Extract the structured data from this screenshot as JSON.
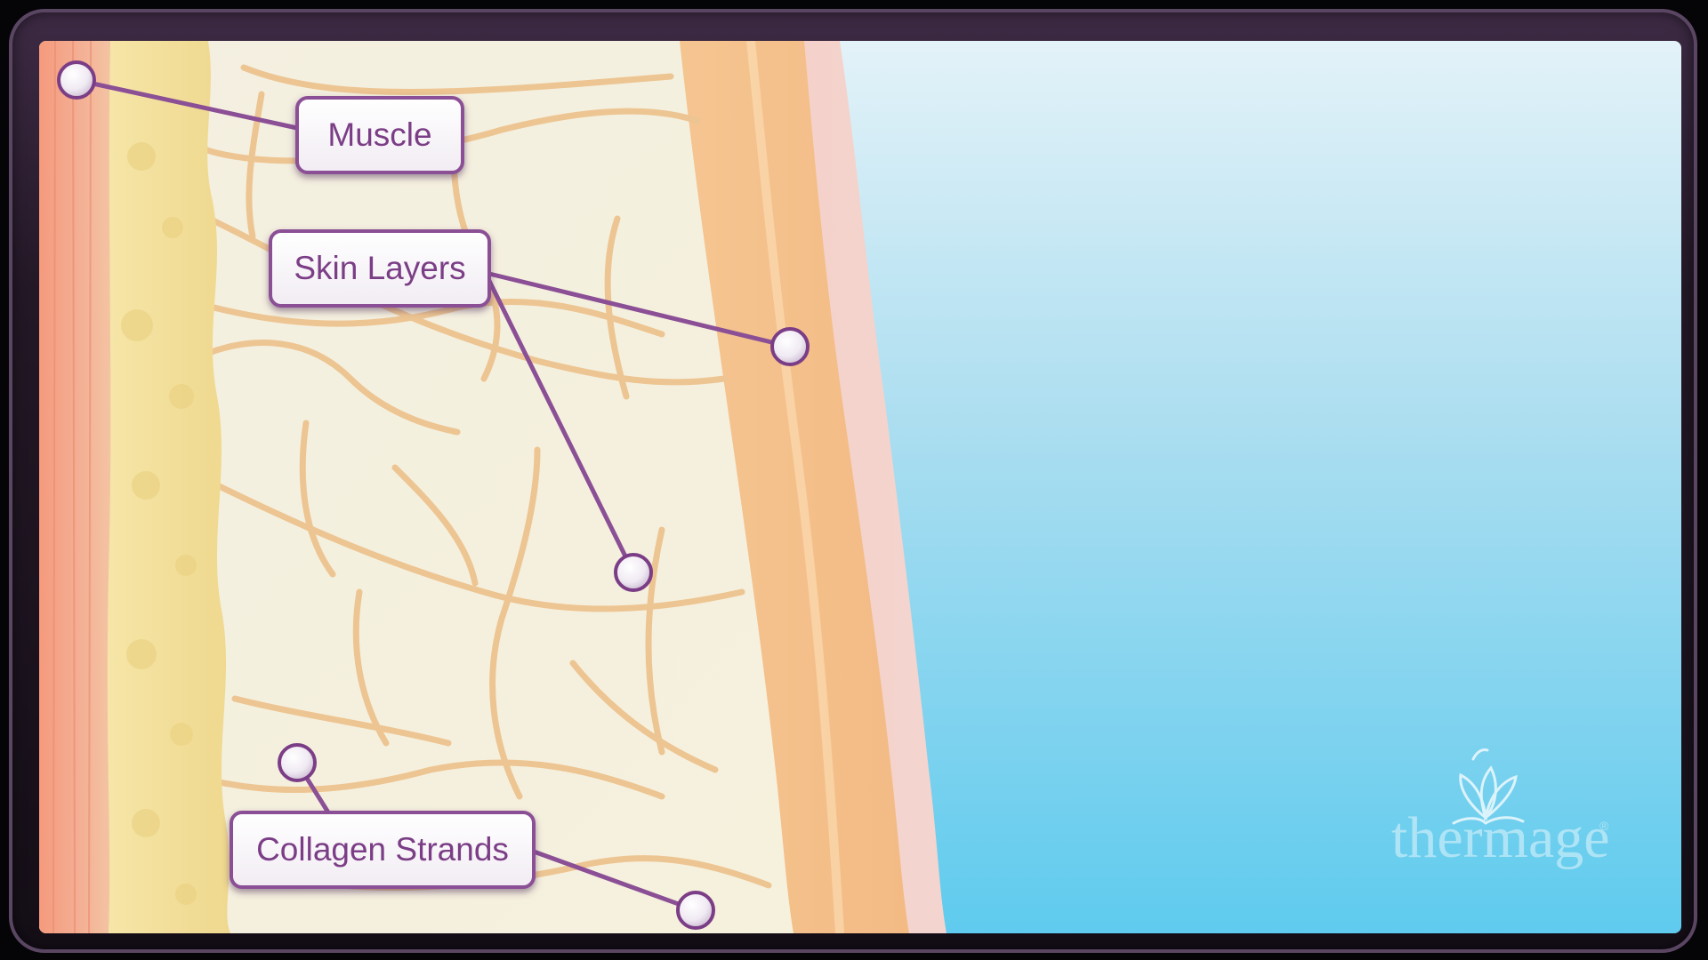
{
  "labels": {
    "muscle": "Muscle",
    "skin_layers": "Skin Layers",
    "collagen_strands": "Collagen Strands"
  },
  "brand": {
    "name": "thermage",
    "mark": "®"
  },
  "colors": {
    "frame": "#2a1d2e",
    "muscle": "#f0a489",
    "fat": "#f3e3a4",
    "tissue": "#f4eedb",
    "collagen": "#edc592",
    "dermis": "#f4c189",
    "epidermis": "#f2c8c3",
    "background_top": "#dff1f8",
    "background_bottom": "#66cdee",
    "callout_line": "#8b4f96",
    "label_text": "#7b3e86"
  }
}
